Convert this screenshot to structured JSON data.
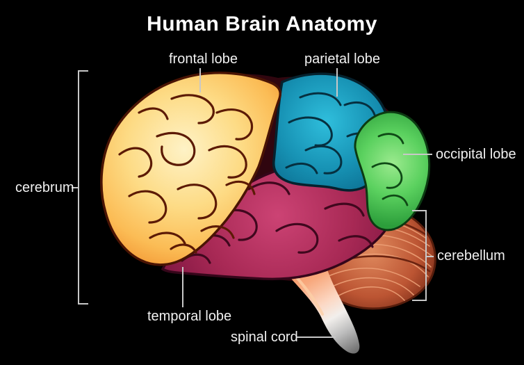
{
  "title": "Human Brain Anatomy",
  "labels": {
    "frontal_lobe": "frontal lobe",
    "parietal_lobe": "parietal lobe",
    "occipital_lobe": "occipital lobe",
    "cerebrum": "cerebrum",
    "cerebellum": "cerebellum",
    "temporal_lobe": "temporal lobe",
    "spinal_cord": "spinal cord"
  },
  "colors": {
    "background": "#000000",
    "title_text": "#FFFFFF",
    "label_text": "#F1F1F1",
    "pointer_line": "#C8C8C8",
    "frontal_lobe": "#FDDB85",
    "parietal_lobe": "#1792B4",
    "occipital_lobe": "#5BD15F",
    "temporal_lobe": "#A82955",
    "cerebellum": "#BC5533",
    "brain_stem": "#F28C52",
    "spinal_cord_tip": "#9E9E9E"
  }
}
